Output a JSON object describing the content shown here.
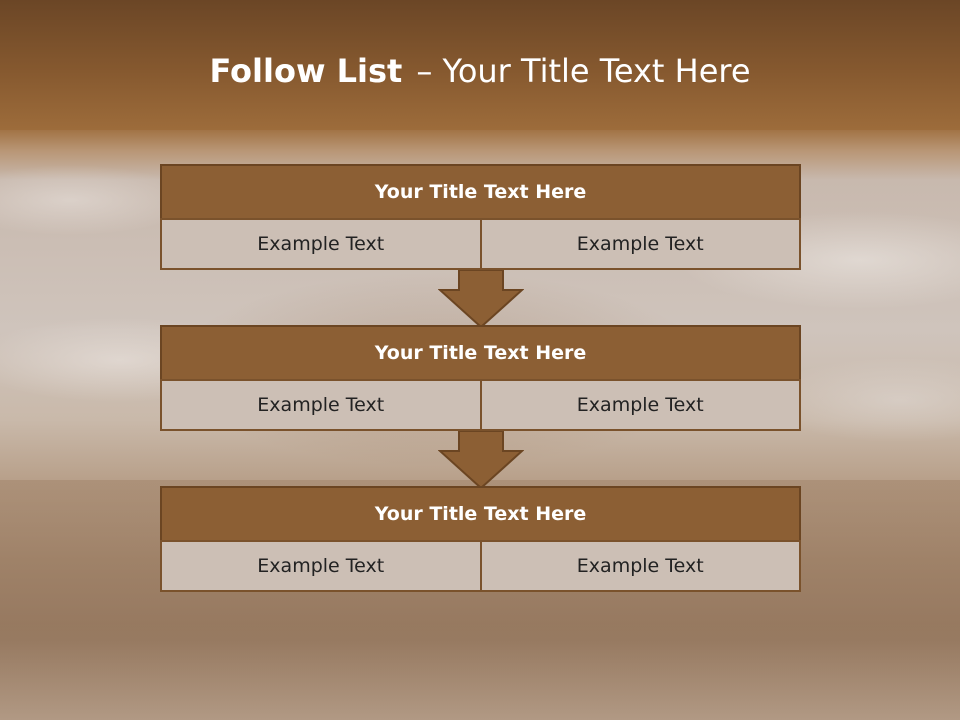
{
  "slide": {
    "title_bold": "Follow List",
    "title_rest": "– Your Title Text Here"
  },
  "colors": {
    "header_fill": "#8c5f34",
    "header_border": "#6b4522",
    "cell_fill": "#ccbfb5",
    "arrow_fill": "#8c5f34",
    "top_band": "#86592f"
  },
  "blocks": [
    {
      "title": "Your Title Text Here",
      "cells": [
        "Example Text",
        "Example Text"
      ]
    },
    {
      "title": "Your Title Text Here",
      "cells": [
        "Example Text",
        "Example Text"
      ]
    },
    {
      "title": "Your Title Text Here",
      "cells": [
        "Example Text",
        "Example Text"
      ]
    }
  ]
}
